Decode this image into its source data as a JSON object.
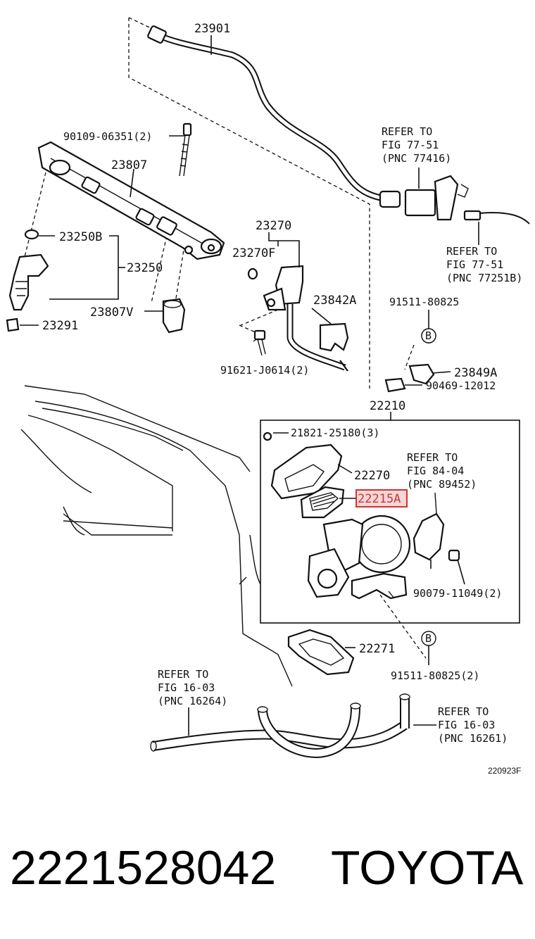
{
  "part_labels": {
    "p23901": "23901",
    "p90109": "90109-06351(2)",
    "p23807": "23807",
    "p23250b": "23250B",
    "p23250": "23250",
    "p23807v": "23807V",
    "p23291": "23291",
    "p23270": "23270",
    "p23270f": "23270F",
    "p23842a": "23842A",
    "p91621": "91621-J0614(2)",
    "p91511_top": "91511-80825",
    "p23849a": "23849A",
    "p90469": "90469-12012",
    "p22210": "22210",
    "p21821": "21821-25180(3)",
    "p22270": "22270",
    "p22215a": "22215A",
    "p90079": "90079-11049(2)",
    "p22271": "22271",
    "p91511_bottom": "91511-80825(2)"
  },
  "refer_notes": {
    "fig7751_a": {
      "line1": "REFER TO",
      "line2": "FIG 77-51",
      "line3": "(PNC 77416)"
    },
    "fig7751_b": {
      "line1": "REFER TO",
      "line2": "FIG 77-51",
      "line3": "(PNC 77251B)"
    },
    "fig8404": {
      "line1": "REFER TO",
      "line2": "FIG 84-04",
      "line3": "(PNC 89452)"
    },
    "fig1603_a": {
      "line1": "REFER TO",
      "line2": "FIG 16-03",
      "line3": "(PNC 16264)"
    },
    "fig1603_b": {
      "line1": "REFER TO",
      "line2": "FIG 16-03",
      "line3": "(PNC 16261)"
    }
  },
  "callouts": {
    "b_top": "B",
    "b_bottom": "B"
  },
  "highlighted_part": "22215A",
  "figure_code": "220923F",
  "footer": {
    "part_number": "2221528042",
    "brand": "TOYOTA"
  },
  "colors": {
    "highlight_fill": "#f6d6d6",
    "highlight_border": "#d23333",
    "ink": "#111111"
  }
}
